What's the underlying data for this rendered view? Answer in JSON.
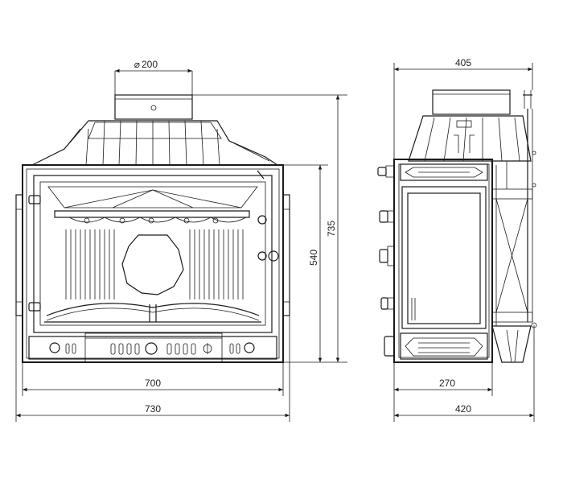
{
  "dimensions": {
    "flue_diameter": "200",
    "front_height_total": "735",
    "front_height_body": "540",
    "front_width_inner": "700",
    "front_width_outer": "730",
    "side_depth_top": "405",
    "side_depth_inner": "270",
    "side_depth_outer": "420"
  },
  "symbols": {
    "diameter": "⌀"
  },
  "colors": {
    "line": "#1a1a1a",
    "background": "#ffffff"
  }
}
